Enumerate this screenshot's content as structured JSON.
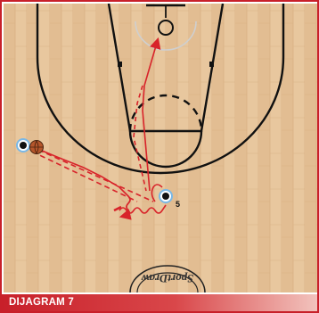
{
  "caption": {
    "text": "DIJAGRAM 7"
  },
  "players": [
    {
      "number": "",
      "role": "ball-handler"
    },
    {
      "number": "5",
      "role": "screener"
    }
  ],
  "logo": {
    "text": "SportDraw"
  },
  "colors": {
    "frame": "#c8202a",
    "court_wood": "#e7c49b",
    "court_lines": "#111111",
    "action_red": "#d8232a",
    "caption_bar": "#c8202a"
  }
}
